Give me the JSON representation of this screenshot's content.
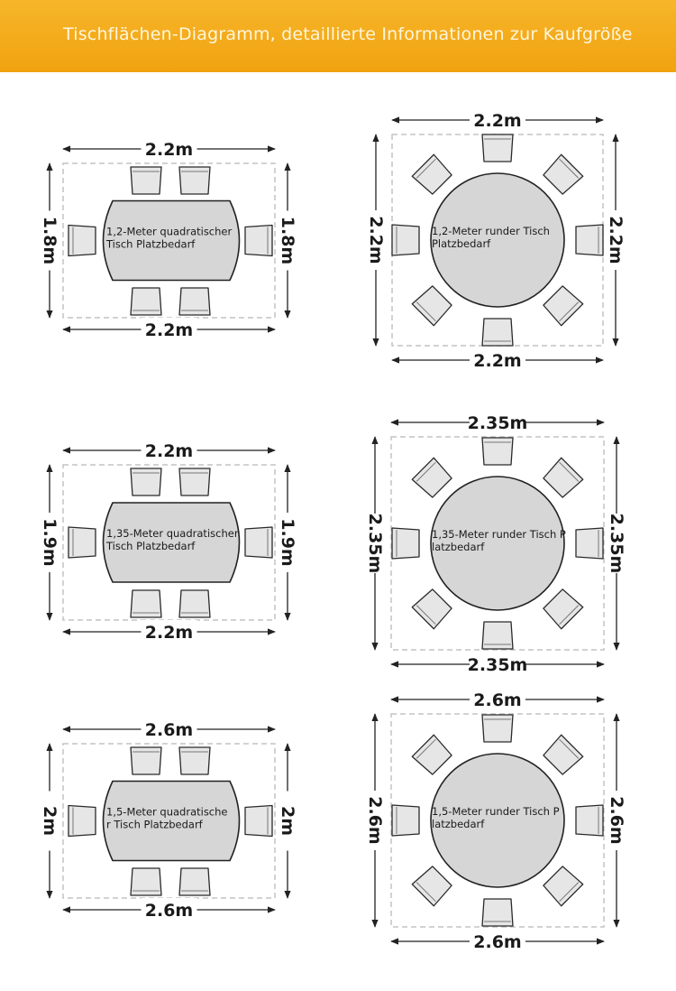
{
  "header": {
    "title": "Tischflächen-Diagramm, detaillierte Informationen zur Kaufgröße",
    "background_color": "#f4a91c"
  },
  "diagrams": [
    {
      "id": "rect-1-2",
      "shape": "rectangle",
      "top_dim": "2.2m",
      "bottom_dim": "2.2m",
      "side_dim": "1.8m",
      "label_lines": [
        "1,2-Meter quadratischer",
        "Tisch Platzbedarf"
      ]
    },
    {
      "id": "round-1-2",
      "shape": "round",
      "top_dim": "2.2m",
      "bottom_dim": "2.2m",
      "side_dim": "2.2m",
      "label_lines": [
        "1,2-Meter runder Tisch",
        "Platzbedarf"
      ]
    },
    {
      "id": "rect-1-35",
      "shape": "rectangle",
      "top_dim": "2.2m",
      "bottom_dim": "2.2m",
      "side_dim": "1.9m",
      "label_lines": [
        "1,35-Meter quadratischer",
        "Tisch Platzbedarf"
      ]
    },
    {
      "id": "round-1-35",
      "shape": "round",
      "top_dim": "2.35m",
      "bottom_dim": "2.35m",
      "side_dim": "2.35m",
      "label_lines": [
        "1,35-Meter runder Tisch P",
        "latzbedarf"
      ]
    },
    {
      "id": "rect-1-5",
      "shape": "rectangle",
      "top_dim": "2.6m",
      "bottom_dim": "2.6m",
      "side_dim": "2m",
      "label_lines": [
        "1,5-Meter quadratische",
        "r Tisch Platzbedarf"
      ]
    },
    {
      "id": "round-1-5",
      "shape": "round",
      "top_dim": "2.6m",
      "bottom_dim": "2.6m",
      "side_dim": "2.6m",
      "label_lines": [
        "1,5-Meter runder Tisch P",
        "latzbedarf"
      ]
    }
  ],
  "colors": {
    "table_fill": "#d6d6d6",
    "table_stroke": "#222222",
    "chair_fill": "#e6e6e6",
    "dashed_box": "#c4c4c4",
    "dimension_line": "#222222"
  }
}
